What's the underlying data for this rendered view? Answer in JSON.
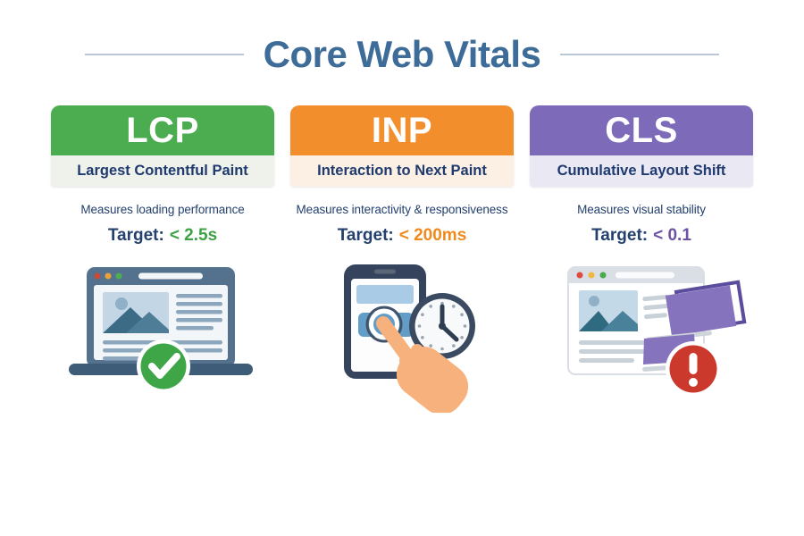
{
  "page": {
    "title": "Core Web Vitals",
    "background_color": "#ffffff",
    "title_color": "#3e6c99",
    "divider_color": "#b9c7d6",
    "body_text_color": "#23406e"
  },
  "cards": [
    {
      "id": "lcp",
      "abbr": "LCP",
      "full_name": "Largest Contentful Paint",
      "description": "Measures loading performance",
      "target_label": "Target:",
      "target_value": "< 2.5s",
      "header_color": "#4bad4f",
      "strip_color": "#eff2ea",
      "target_value_color": "#3da244",
      "illustration": "laptop-webpage-with-green-checkmark"
    },
    {
      "id": "inp",
      "abbr": "INP",
      "full_name": "Interaction to Next Paint",
      "description": "Measures interactivity & responsiveness",
      "target_label": "Target:",
      "target_value": "< 200ms",
      "header_color": "#f28e2b",
      "strip_color": "#fbf0e3",
      "target_value_color": "#f08a1d",
      "illustration": "phone-tap-finger-with-clock"
    },
    {
      "id": "cls",
      "abbr": "CLS",
      "full_name": "Cumulative Layout Shift",
      "description": "Measures visual stability",
      "target_label": "Target:",
      "target_value": "< 0.1",
      "header_color": "#7d6bb9",
      "strip_color": "#eae8f3",
      "target_value_color": "#6c52a4",
      "illustration": "shifting-layout-blocks-with-red-warning"
    }
  ]
}
